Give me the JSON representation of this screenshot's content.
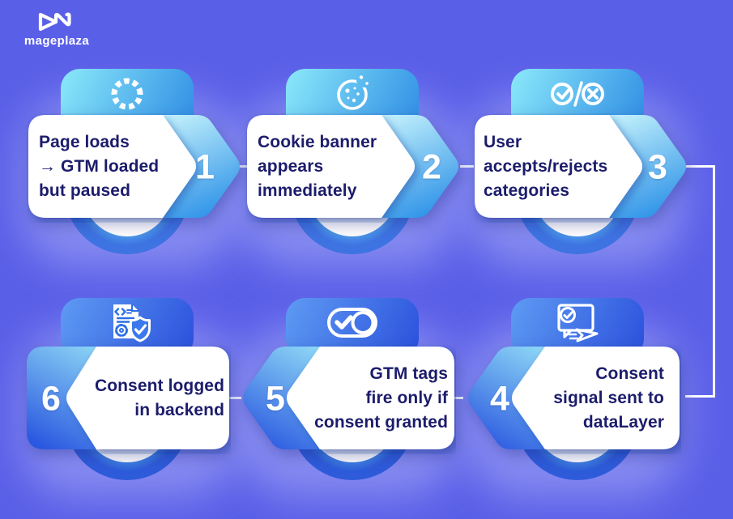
{
  "brand": {
    "name": "mageplaza"
  },
  "colors": {
    "background": "#5a5fe8",
    "card": "#ffffff",
    "text": "#1c1c6c",
    "cyan": "#8be9fa",
    "blue": "#2e8ce4",
    "royal_blue": "#2b50dc",
    "connector": "#ffffff"
  },
  "steps": [
    {
      "number": "1",
      "label": "Page loads\n→ GTM loaded\nbut paused",
      "icon": "loading-spinner-icon"
    },
    {
      "number": "2",
      "label": "Cookie banner\nappears\nimmediately",
      "icon": "cookie-icon"
    },
    {
      "number": "3",
      "label": "User\naccepts/rejects\ncategories",
      "icon": "accept-reject-icon"
    },
    {
      "number": "4",
      "label": "Consent\nsignal sent to\ndataLayer",
      "icon": "consent-message-icon"
    },
    {
      "number": "5",
      "label": "GTM tags\nfire only if\nconsent granted",
      "icon": "toggle-check-icon"
    },
    {
      "number": "6",
      "label": "Consent logged\nin backend",
      "icon": "backend-log-icon"
    }
  ]
}
